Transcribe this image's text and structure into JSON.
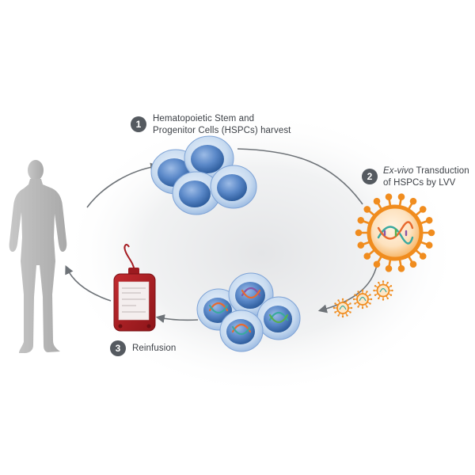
{
  "steps": [
    {
      "number": "1",
      "line1": "Hematopoietic Stem and",
      "line2": "Progenitor Cells (HSPCs) harvest"
    },
    {
      "number": "2",
      "line1_italic": "Ex-vivo",
      "line1_rest": " Transduction",
      "line2": "of HSPCs by LVV"
    },
    {
      "number": "3",
      "line1": "Reinfusion"
    }
  ],
  "colors": {
    "badge": "#555a60",
    "arrow": "#6e7378",
    "cell_blue": "#4f7fc0",
    "cell_light": "#cfe0f3",
    "virus_orange": "#f08c1e",
    "blood_red": "#b21e24",
    "silhouette": "#b9b9b9",
    "dna_colors": [
      "#3aa9a0",
      "#e86a2e",
      "#8a55a5",
      "#58b04e"
    ]
  }
}
